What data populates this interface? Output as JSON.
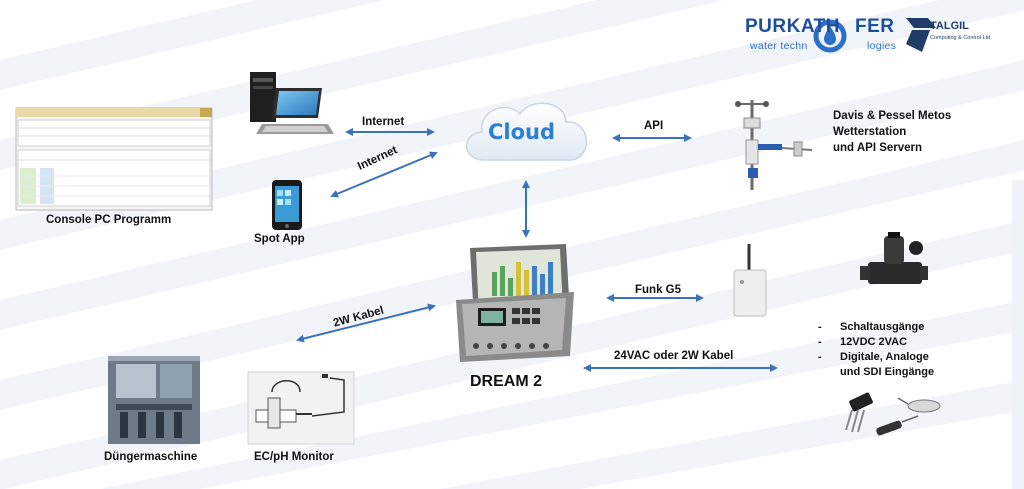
{
  "logos": {
    "purkhofer_left": "PURKATH",
    "purkhofer_right": "FER",
    "purkhofer_sub_left": "water techn",
    "purkhofer_sub_right": "logies",
    "talgil": "TALGIL",
    "talgil_sub": "Computing & Control Ltd."
  },
  "nodes": {
    "cloud": "Cloud",
    "console": "Console PC Programm",
    "spot_app": "Spot App",
    "weather": [
      "Davis & Pessel Metos",
      "Wetterstation",
      "und API Servern"
    ],
    "dream": "DREAM 2",
    "duenger": "Düngermaschine",
    "ecph": "EC/pH Monitor"
  },
  "connections": {
    "internet_1": "Internet",
    "internet_2": "Internet",
    "api": "API",
    "funk": "Funk G5",
    "kabel_2w": "2W Kabel",
    "vac": "24VAC oder 2W Kabel"
  },
  "outputs": {
    "items": [
      {
        "dash": "-",
        "text": "Schaltausgänge"
      },
      {
        "dash": "-",
        "text": "12VDC 2VAC"
      },
      {
        "dash": "-",
        "text": "Digitale, Analoge"
      },
      {
        "dash": "",
        "text": "und SDI Eingänge"
      }
    ]
  },
  "colors": {
    "arrow": "#3a74b8",
    "cloud_text": "#2b7fd4",
    "brand_blue": "#1d4e9e"
  }
}
